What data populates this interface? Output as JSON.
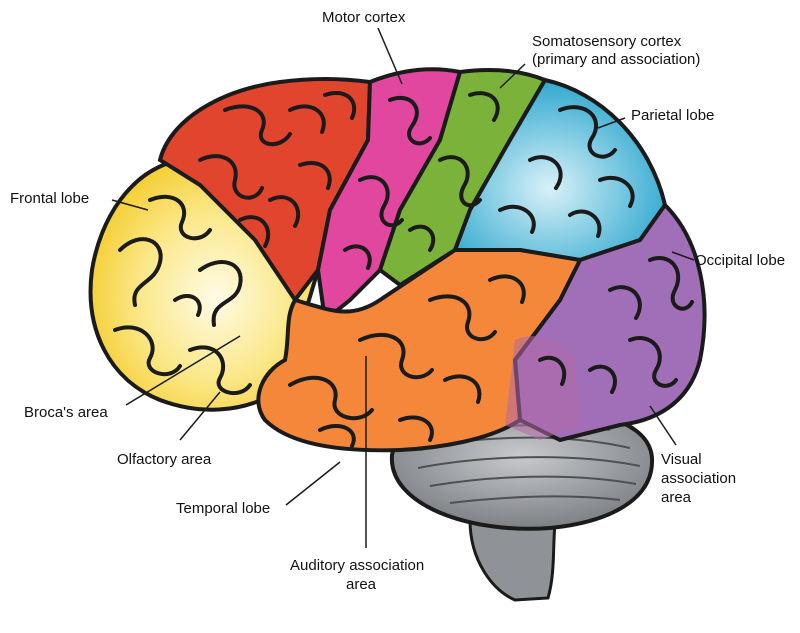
{
  "labels": {
    "motor_cortex": "Motor cortex",
    "somatosensory_line1": "Somatosensory cortex",
    "somatosensory_line2": "(primary and association)",
    "parietal_lobe": "Parietal lobe",
    "frontal_lobe": "Frontal lobe",
    "occipital_lobe": "Occipital lobe",
    "brocas_area": "Broca's area",
    "olfactory_area": "Olfactory area",
    "visual_line1": "Visual",
    "visual_line2": "association",
    "visual_line3": "area",
    "temporal_lobe": "Temporal lobe",
    "auditory_line1": "Auditory association",
    "auditory_line2": "area"
  },
  "region_colors": {
    "frontal": "#f7dc52",
    "prefrontal_red": "#e2452d",
    "motor": "#e1479f",
    "somatosensory": "#7bb23a",
    "parietal": "#49b8d6",
    "occipital": "#a06fb7",
    "temporal": "#f4873a",
    "cerebellum": "#9c9fa4",
    "outline": "#1b1b1b"
  }
}
